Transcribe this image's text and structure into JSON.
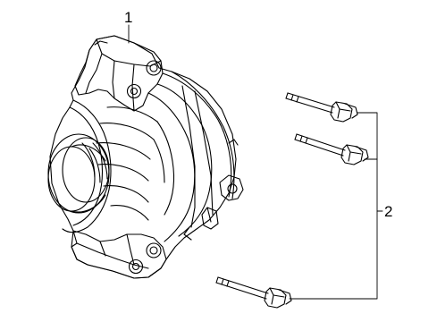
{
  "diagram": {
    "callouts": [
      {
        "number": "1",
        "part": "alternator"
      },
      {
        "number": "2",
        "part": "mounting-bolt"
      }
    ],
    "bolt_count": 3,
    "colors": {
      "line": "#000000",
      "background": "#ffffff"
    }
  }
}
